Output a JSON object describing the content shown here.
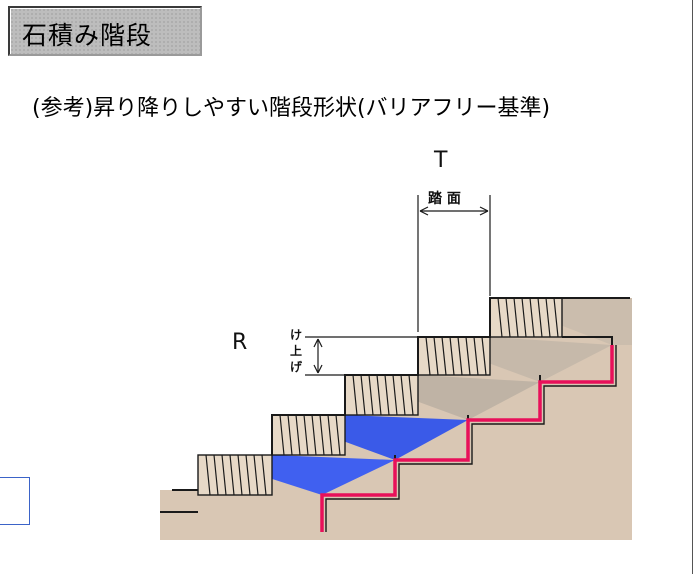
{
  "header": {
    "title": "石積み階段"
  },
  "subtitle": "(参考)昇り降りしやすい階段形状(バリアフリー基準)",
  "diagram": {
    "label_t": "T",
    "label_r": "R",
    "tread_label": "踏 面",
    "riser_label_lines": [
      "け",
      "上",
      "げ"
    ]
  },
  "colors": {
    "ground": "#d9c7b4",
    "highlight_tread": "#3355ee",
    "highlight_edge": "#e8105a",
    "riser_hatch": "#1a1a1a"
  }
}
